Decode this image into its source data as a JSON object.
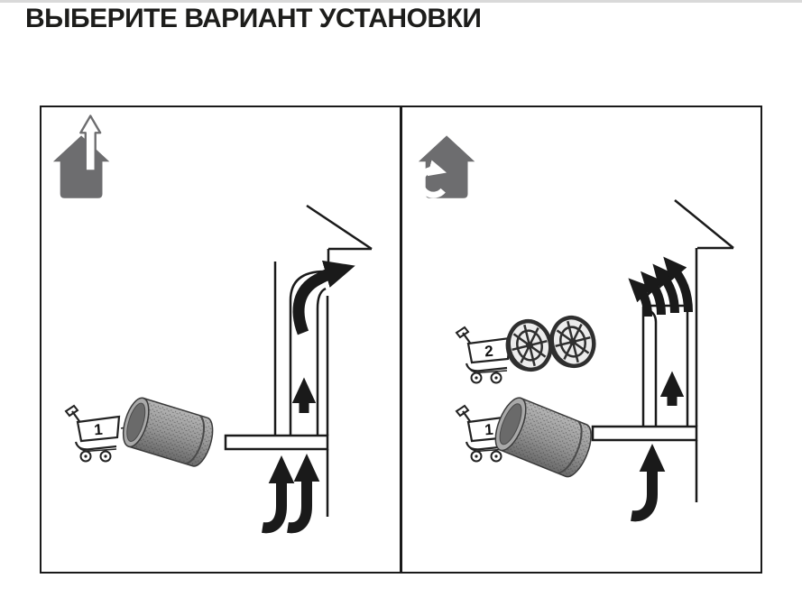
{
  "page": {
    "title": "ВЫБЕРИТЕ ВАРИАНТ УСТАНОВКИ"
  },
  "colors": {
    "ink": "#1a1a1a",
    "title_ink": "#1d1d1b",
    "house_gray": "#6d6d6f",
    "duct_light": "#b5b5b5",
    "duct_mid": "#979797",
    "duct_dark": "#6a6a6a",
    "filter_dark": "#2f2f2f",
    "top_rule": "#d9d9d9"
  },
  "panels": {
    "exhaust": {
      "name": "exhaust-duct-mode",
      "house_icon": "house-exhaust-arrow-icon",
      "cart": {
        "number": "1",
        "item": "flexible-duct"
      }
    },
    "recirculation": {
      "name": "recirculation-mode",
      "house_icon": "house-recirculation-icon",
      "filter_cart": {
        "number": "2",
        "item": "carbon-filters"
      },
      "duct_cart": {
        "number": "1",
        "item": "flexible-duct"
      }
    }
  }
}
